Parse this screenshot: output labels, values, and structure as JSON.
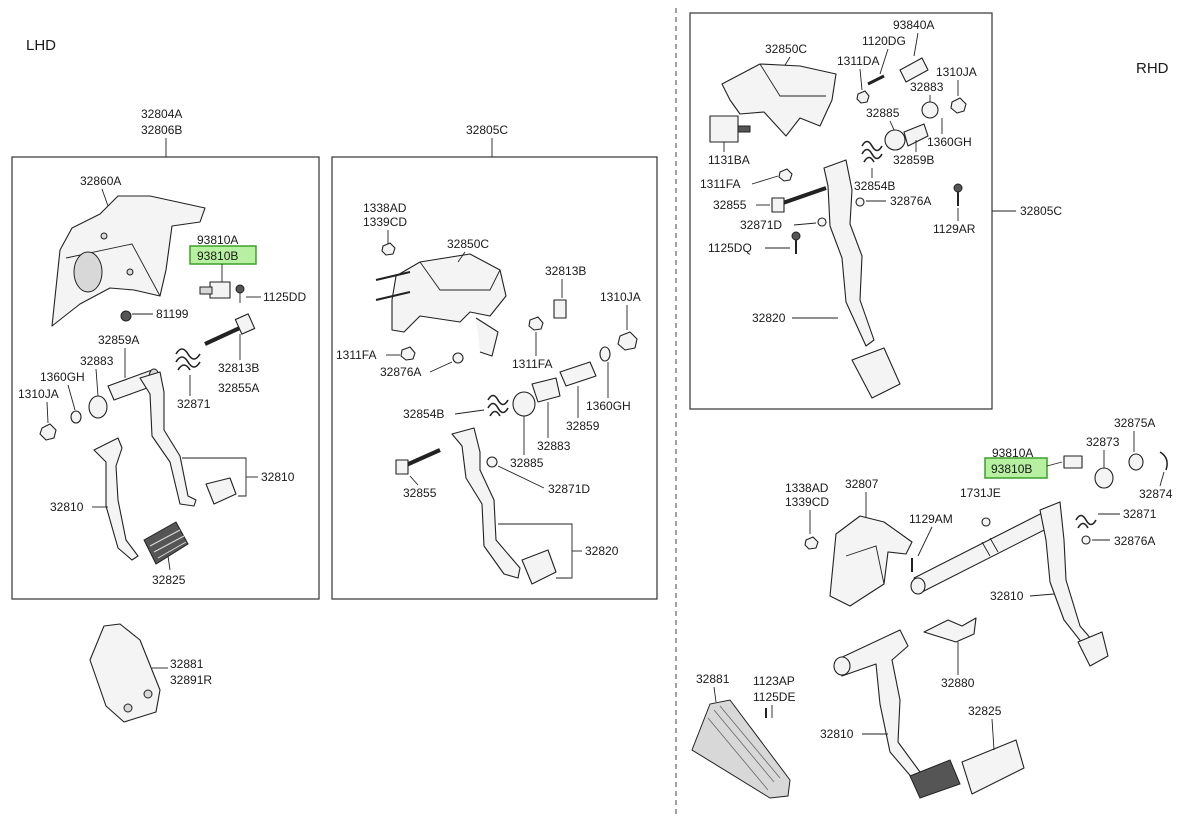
{
  "sides": {
    "left": "LHD",
    "right": "RHD"
  },
  "groups": {
    "lhd_bracket": [
      "32804A",
      "32806B"
    ],
    "lhd_clutch": "32805C",
    "rhd_clutch": "32805C"
  },
  "highlight_color": "#b6f0a0",
  "lhd_brake": {
    "p1": "32860A",
    "p2": "93810A",
    "p3": "93810B",
    "p4": "1125DD",
    "p5": "81199",
    "p6": "32859A",
    "p7": "32883",
    "p8": "1360GH",
    "p9": "1310JA",
    "p10": "32813B",
    "p11": "32855A",
    "p12": "32871",
    "p13": "32810",
    "p14": "32810",
    "p15": "32825"
  },
  "lhd_pedal_cover": {
    "a": "32881",
    "b": "32891R"
  },
  "lhd_clutch_parts": {
    "p1": "1338AD",
    "p2": "1339CD",
    "p3": "32850C",
    "p4": "32813B",
    "p5": "1310JA",
    "p6": "1311FA",
    "p7": "1311FA",
    "p8": "32876A",
    "p9": "1360GH",
    "p10": "32854B",
    "p11": "32859",
    "p12": "32883",
    "p13": "32885",
    "p14": "32855",
    "p15": "32871D",
    "p16": "32820"
  },
  "rhd_clutch_parts": {
    "p1": "93840A",
    "p2": "1120DG",
    "p3": "32850C",
    "p4": "1311DA",
    "p5": "1310JA",
    "p6": "32883",
    "p7": "32885",
    "p8": "1360GH",
    "p9": "32859B",
    "p10": "1131BA",
    "p11": "1311FA",
    "p12": "32854B",
    "p13": "32855",
    "p14": "32876A",
    "p15": "32871D",
    "p16": "1125DQ",
    "p17": "1129AR",
    "p18": "32820"
  },
  "rhd_brake": {
    "p1": "32875A",
    "p2": "93810A",
    "p3": "32873",
    "p4": "93810B",
    "p5": "32874",
    "p6": "1338AD",
    "p7": "1339CD",
    "p8": "32807",
    "p9": "1731JE",
    "p10": "1129AM",
    "p11": "32871",
    "p12": "32876A",
    "p13": "32810",
    "p14": "32880",
    "p15": "32881",
    "p16": "1123AP",
    "p17": "1125DE",
    "p18": "32825",
    "p19": "32810"
  }
}
